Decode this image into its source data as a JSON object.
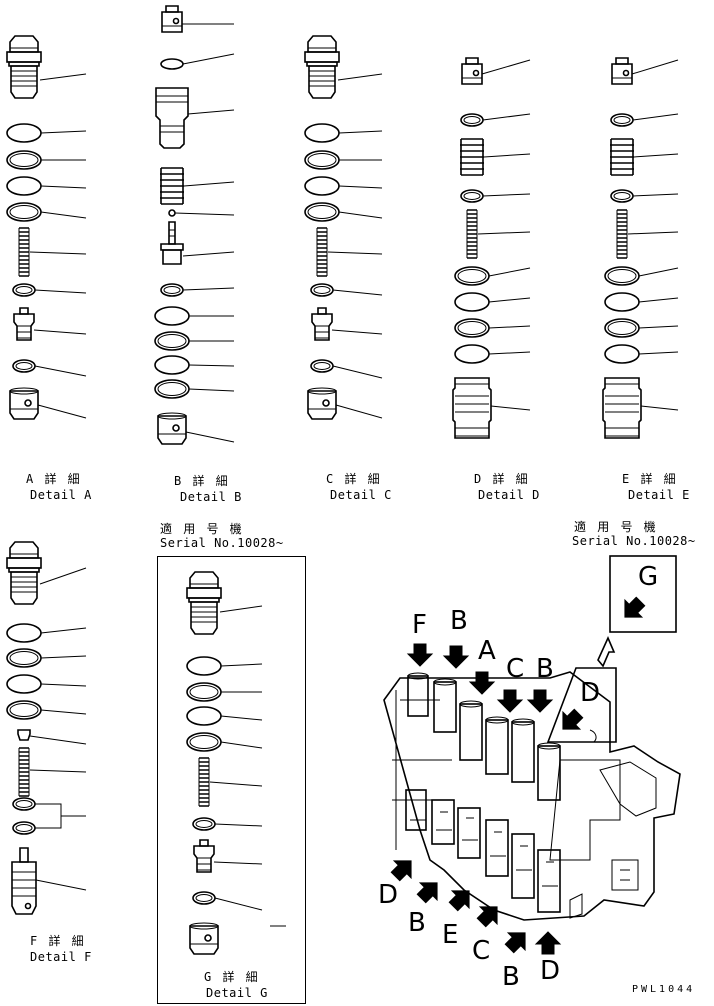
{
  "details": {
    "a": {
      "ja": "A 詳 細",
      "en": "Detail A"
    },
    "b": {
      "ja": "B 詳 細",
      "en": "Detail B"
    },
    "c": {
      "ja": "C 詳 細",
      "en": "Detail C"
    },
    "d": {
      "ja": "D 詳 細",
      "en": "Detail D"
    },
    "e": {
      "ja": "E 詳 細",
      "en": "Detail E"
    },
    "f": {
      "ja": "F 詳 細",
      "en": "Detail F"
    },
    "g": {
      "ja": "G 詳 細",
      "en": "Detail G"
    }
  },
  "serial": {
    "left": {
      "ja": "適 用 号 機",
      "en": "Serial No.10028~"
    },
    "right": {
      "ja": "適 用 号 機",
      "en": "Serial No.10028~"
    }
  },
  "callouts": {
    "g": "G",
    "d_box": "D",
    "f_top": "F",
    "b_top": "B",
    "a_top": "A",
    "c_top": "C",
    "b_top2": "B",
    "d_bottom": "D",
    "b_bottom": "B",
    "e_bottom": "E",
    "c_bottom": "C",
    "b_bottom2": "B",
    "d_bottom2": "D"
  },
  "drawing_code": "PWL1044"
}
